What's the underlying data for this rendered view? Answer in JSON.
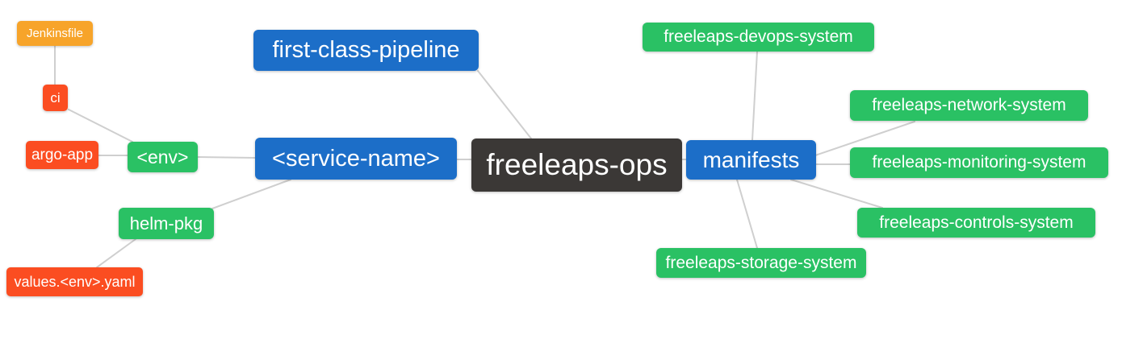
{
  "app": {
    "type": "mindmap",
    "background": "#ffffff",
    "edge_color": "#cfcfcf"
  },
  "palette": {
    "root_dark": "#3b3836",
    "branch_blue": "#1c6ec8",
    "leaf_green": "#2ac164",
    "accent_orange": "#f7a42a",
    "accent_red": "#fb4d21",
    "node_text": "#ffffff"
  },
  "nodes": {
    "root": {
      "label": "freeleaps-ops",
      "color": "#3b3836"
    },
    "first_class_pipeline": {
      "label": "first-class-pipeline",
      "color": "#1c6ec8"
    },
    "service_name": {
      "label": "<service-name>",
      "color": "#1c6ec8"
    },
    "manifests": {
      "label": "manifests",
      "color": "#1c6ec8"
    },
    "env": {
      "label": "<env>",
      "color": "#2ac164"
    },
    "helm_pkg": {
      "label": "helm-pkg",
      "color": "#2ac164"
    },
    "jenkinsfile": {
      "label": "Jenkinsfile",
      "color": "#f7a42a"
    },
    "ci": {
      "label": "ci",
      "color": "#fb4d21"
    },
    "argo_app": {
      "label": "argo-app",
      "color": "#fb4d21"
    },
    "values_env_yaml": {
      "label": "values.<env>.yaml",
      "color": "#fb4d21"
    },
    "devops_system": {
      "label": "freeleaps-devops-system",
      "color": "#2ac164"
    },
    "network_system": {
      "label": "freeleaps-network-system",
      "color": "#2ac164"
    },
    "monitoring_system": {
      "label": "freeleaps-monitoring-system",
      "color": "#2ac164"
    },
    "controls_system": {
      "label": "freeleaps-controls-system",
      "color": "#2ac164"
    },
    "storage_system": {
      "label": "freeleaps-storage-system",
      "color": "#2ac164"
    }
  },
  "edges": [
    {
      "from": "jenkinsfile",
      "to": "ci"
    },
    {
      "from": "ci",
      "to": "env"
    },
    {
      "from": "argo_app",
      "to": "env"
    },
    {
      "from": "env",
      "to": "service_name"
    },
    {
      "from": "helm_pkg",
      "to": "service_name"
    },
    {
      "from": "values_env_yaml",
      "to": "helm_pkg"
    },
    {
      "from": "first_class_pipeline",
      "to": "root"
    },
    {
      "from": "service_name",
      "to": "root"
    },
    {
      "from": "root",
      "to": "manifests"
    },
    {
      "from": "manifests",
      "to": "devops_system"
    },
    {
      "from": "manifests",
      "to": "network_system"
    },
    {
      "from": "manifests",
      "to": "monitoring_system"
    },
    {
      "from": "manifests",
      "to": "controls_system"
    },
    {
      "from": "manifests",
      "to": "storage_system"
    }
  ]
}
